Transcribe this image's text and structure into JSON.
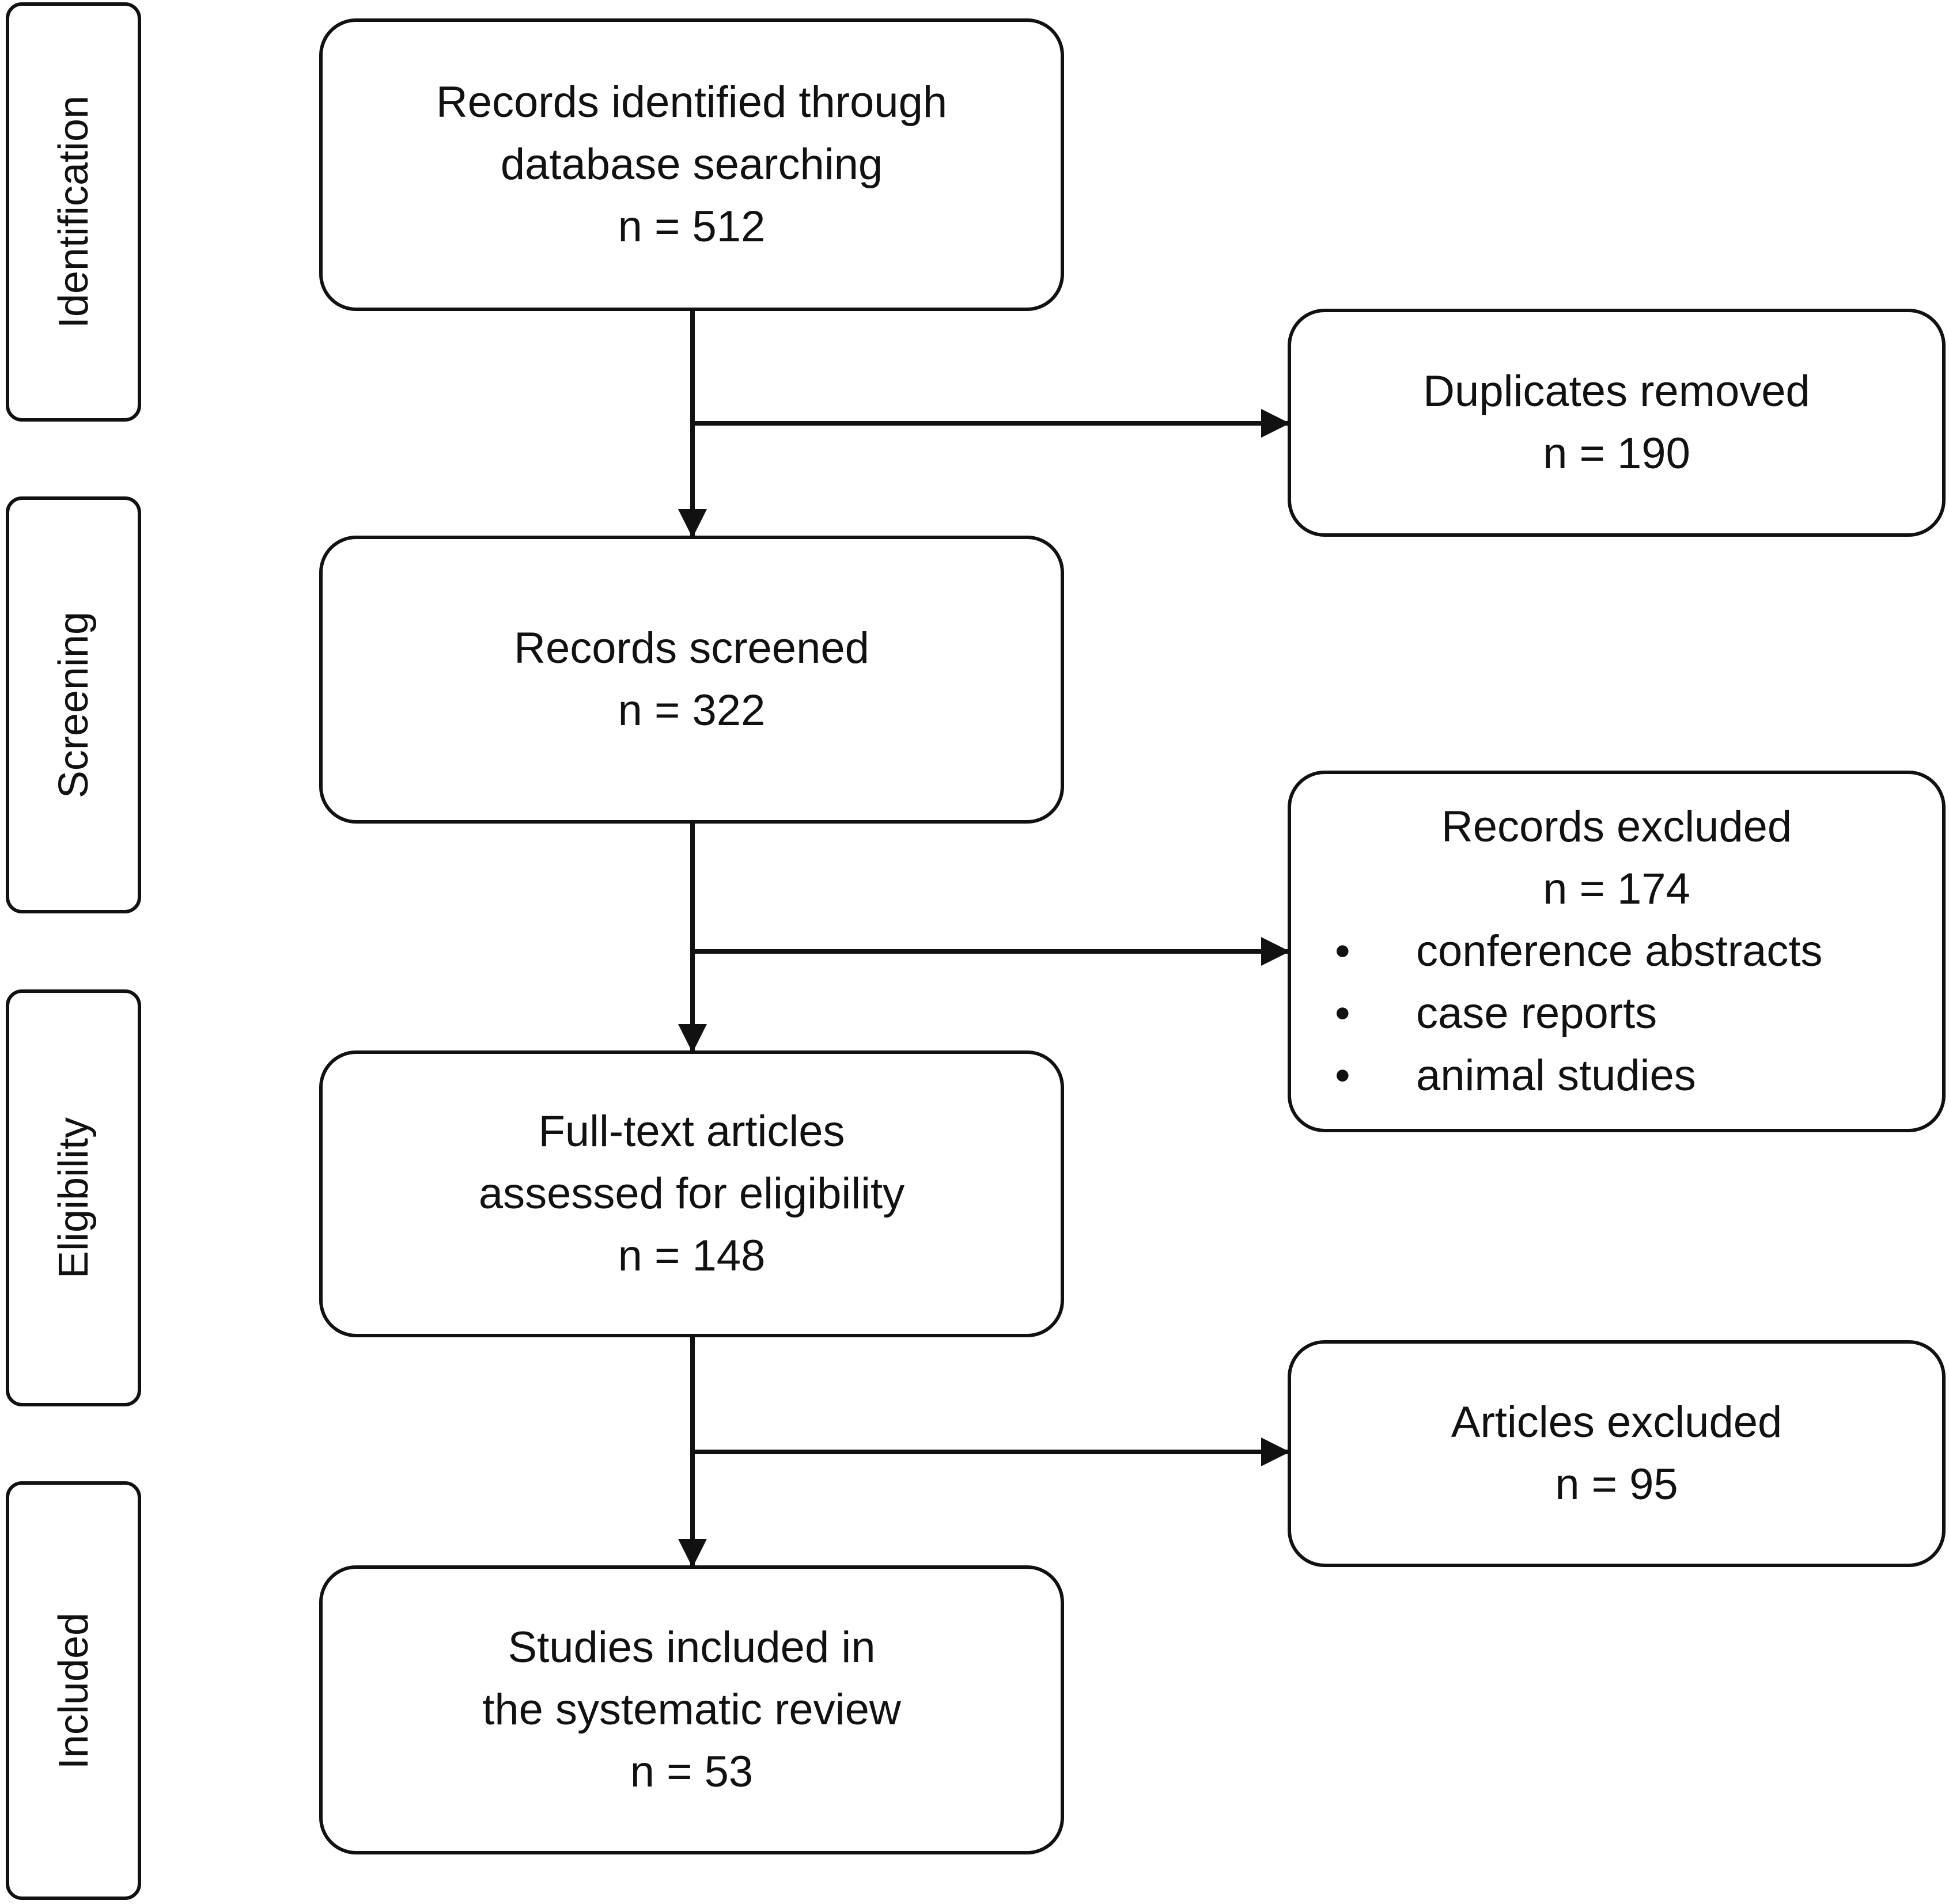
{
  "stages": [
    {
      "id": "identification",
      "label": "Identification"
    },
    {
      "id": "screening",
      "label": "Screening"
    },
    {
      "id": "eligibility",
      "label": "Eligibility"
    },
    {
      "id": "included",
      "label": "Included"
    }
  ],
  "main_boxes": [
    {
      "id": "identified",
      "lines": [
        "Records identified through",
        "database searching",
        "n = 512"
      ]
    },
    {
      "id": "screened",
      "lines": [
        "Records screened",
        "n = 322"
      ]
    },
    {
      "id": "fulltext",
      "lines": [
        "Full-text articles",
        "assessed for eligibility",
        "n = 148"
      ]
    },
    {
      "id": "included",
      "lines": [
        "Studies included in",
        "the systematic review",
        "n = 53"
      ]
    }
  ],
  "side_boxes": [
    {
      "id": "duplicates",
      "lines": [
        "Duplicates removed",
        "n = 190"
      ]
    },
    {
      "id": "records-excluded",
      "lines": [
        "Records excluded",
        "n = 174"
      ],
      "bullets": [
        "conference abstracts",
        "case reports",
        "animal studies"
      ]
    },
    {
      "id": "articles-excluded",
      "lines": [
        "Articles excluded",
        "n = 95"
      ]
    }
  ]
}
